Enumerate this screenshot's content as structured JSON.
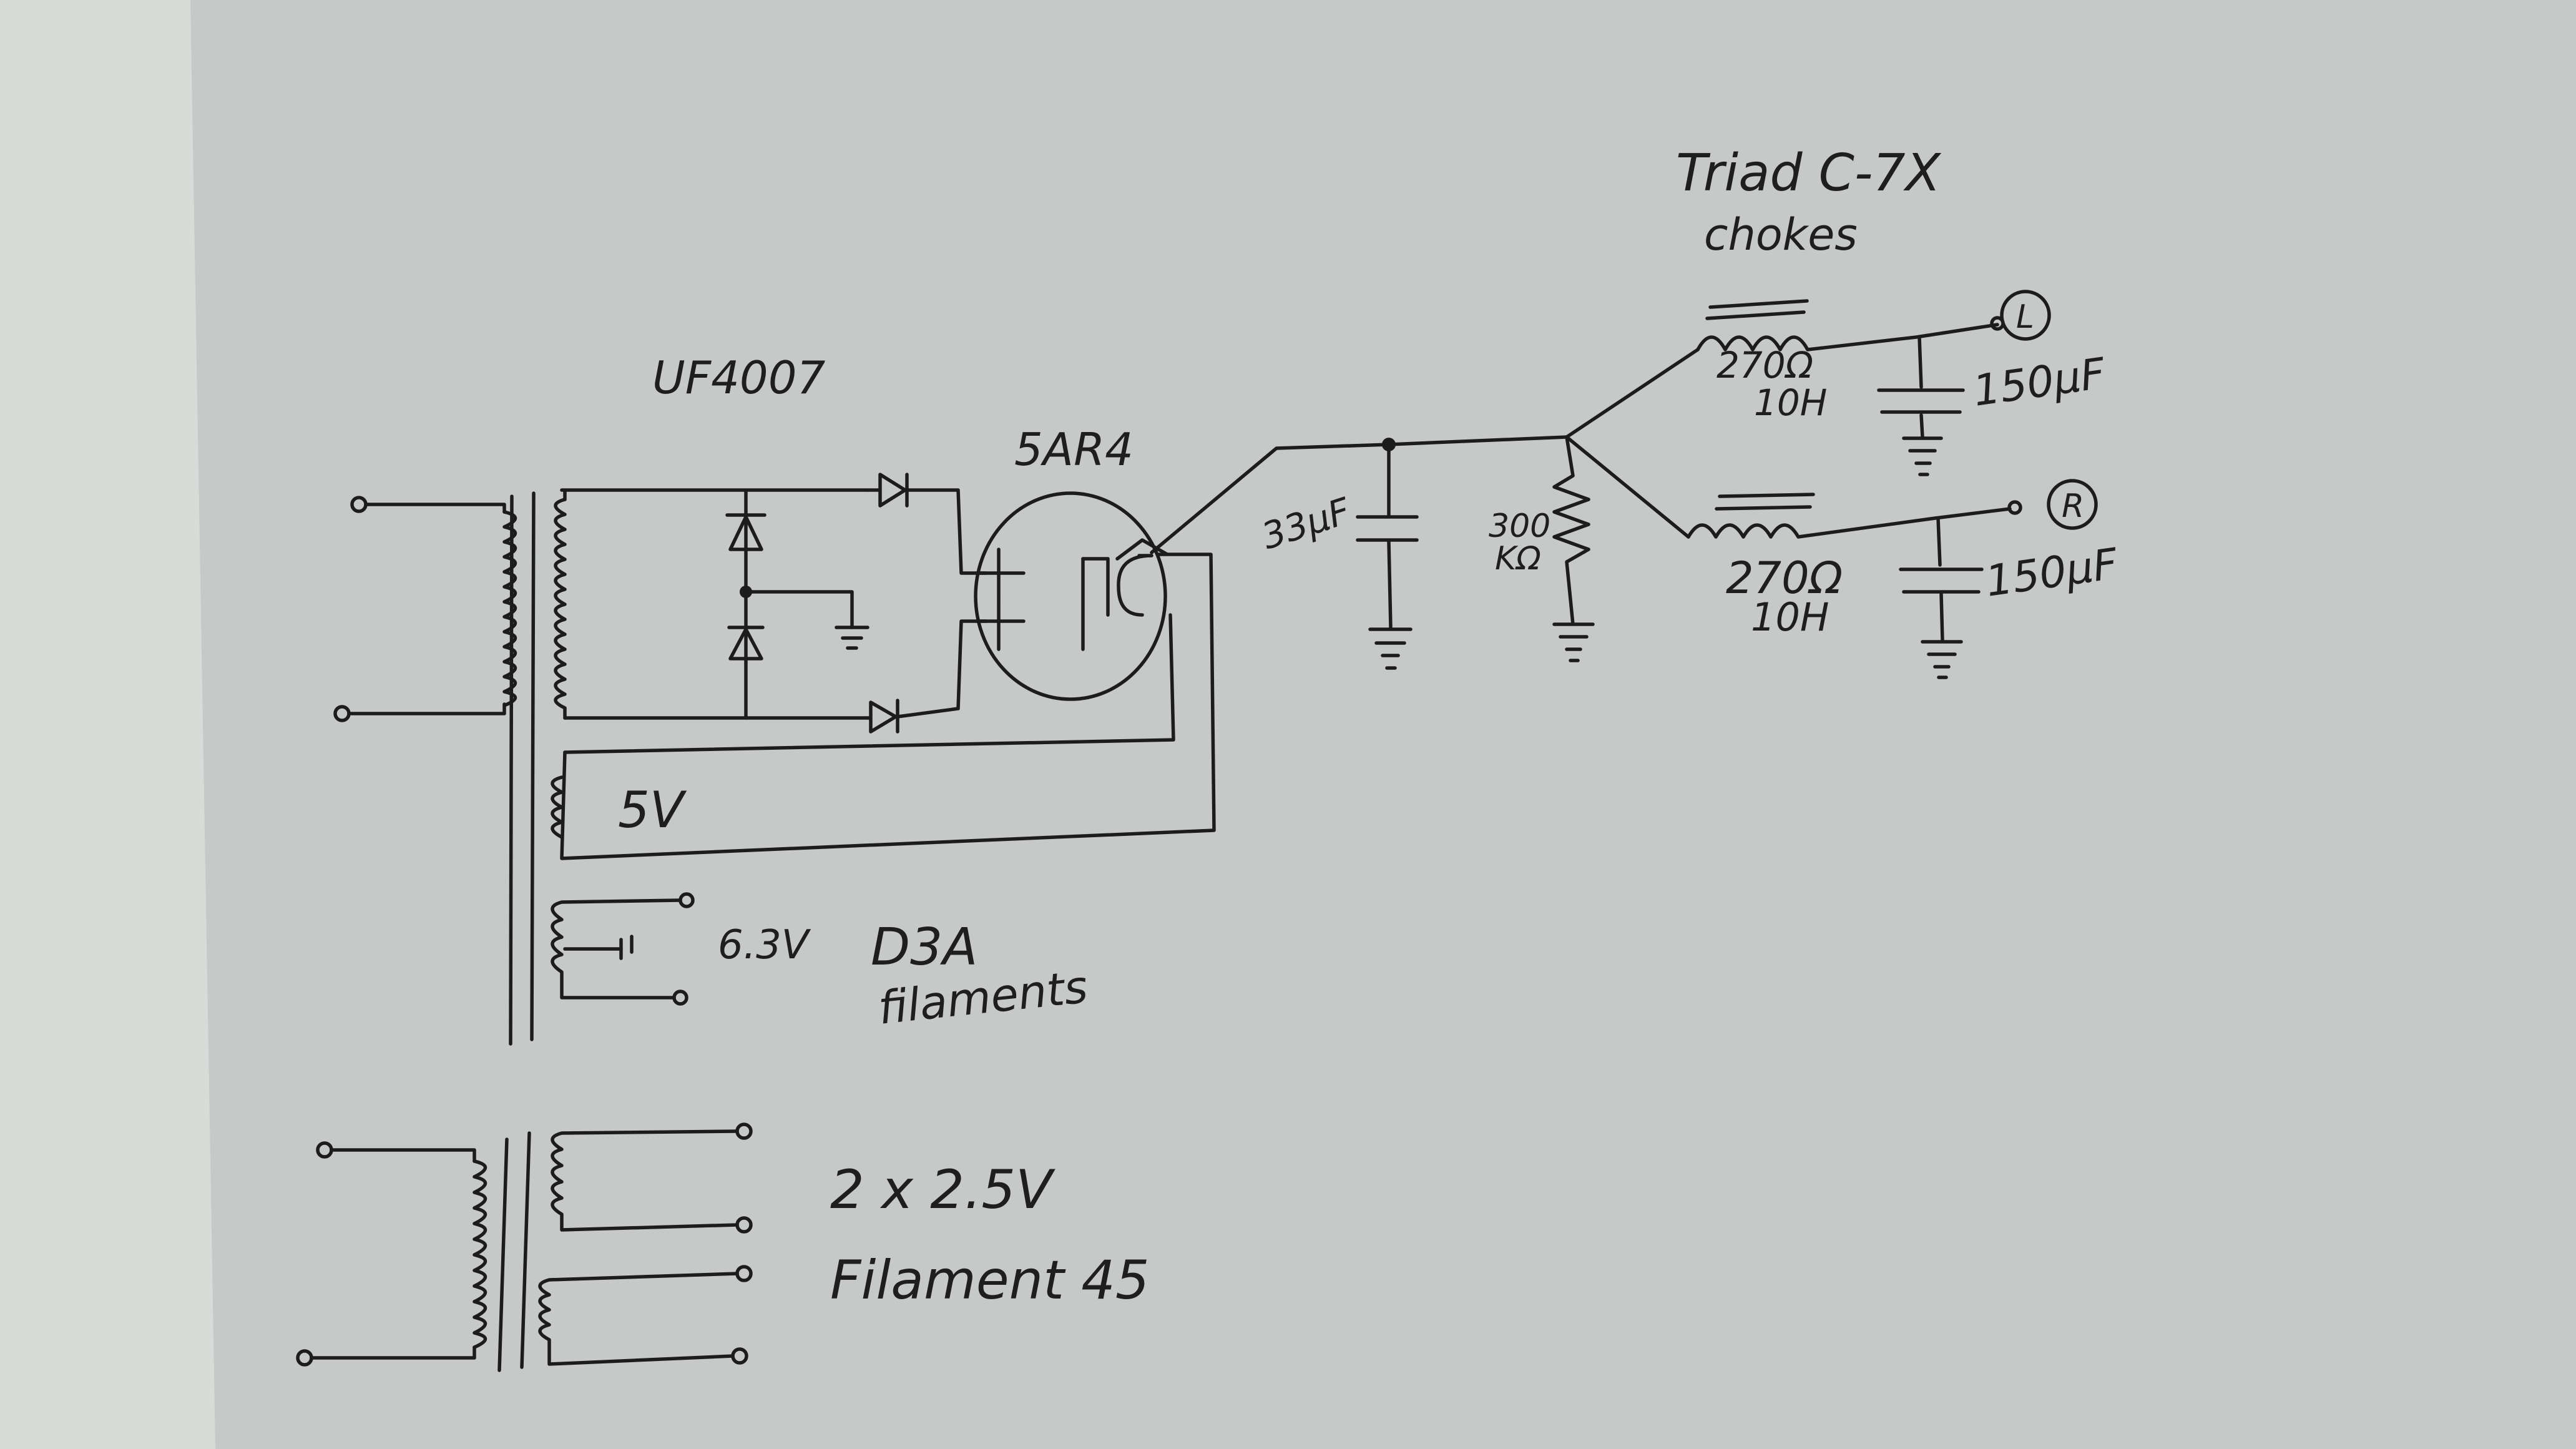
{
  "schematic": {
    "title": "Triad C-7X",
    "subtitle": "chokes",
    "labels": {
      "diode_part": "UF4007",
      "rectifier_tube": "5AR4",
      "heater_5v": "5V",
      "heater_6v3": "6.3V",
      "filament_line1": "D3A",
      "filament_line2": "filaments",
      "cap_input": "33µF",
      "bleeder_value": "300",
      "bleeder_unit": "KΩ",
      "choke_left_res": "270Ω",
      "choke_left_ind": "10H",
      "choke_right_res": "270Ω",
      "choke_right_ind": "10H",
      "cap_left": "150µF",
      "cap_right": "150µF",
      "out_left": "L",
      "out_right": "R",
      "trans2_line1": "2 x 2.5V",
      "trans2_line2": "Filament 45"
    }
  },
  "colors": {
    "paper": "#c6c9c7",
    "ink": "#1c1c1c",
    "background": "#d9dbd8"
  }
}
